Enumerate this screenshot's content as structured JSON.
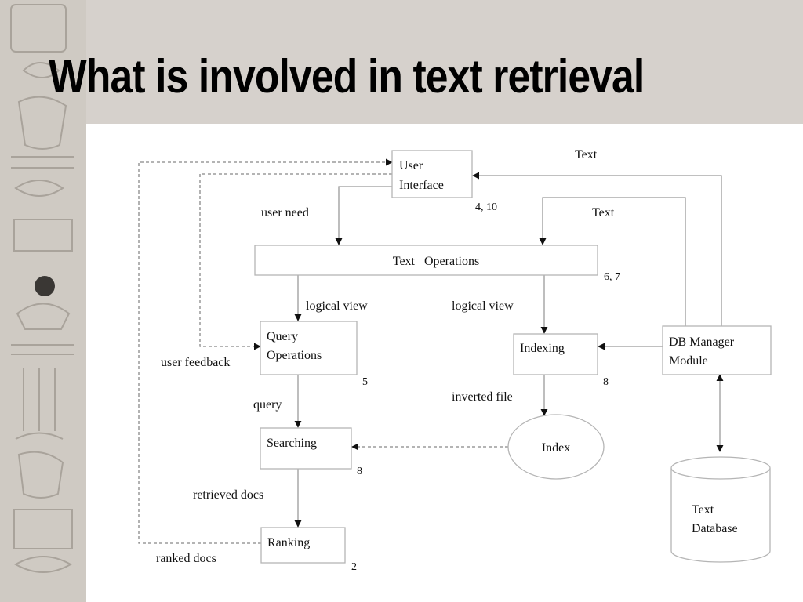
{
  "slide": {
    "title": "What is involved in text retrieval"
  },
  "diagram": {
    "nodes": {
      "user_interface": [
        "User",
        "Interface"
      ],
      "text_operations": "Text   Operations",
      "query_operations": [
        "Query",
        "Operations"
      ],
      "indexing": "Indexing",
      "db_manager": [
        "DB Manager",
        "Module"
      ],
      "searching": "Searching",
      "index": "Index",
      "ranking": "Ranking",
      "text_database": [
        "Text",
        "Database"
      ]
    },
    "edge_labels": {
      "text_top": "Text",
      "text_mid": "Text",
      "user_need": "user need",
      "logical_view_left": "logical view",
      "logical_view_right": "logical view",
      "user_feedback": "user feedback",
      "query": "query",
      "inverted_file": "inverted file",
      "retrieved_docs": "retrieved docs",
      "ranked_docs": "ranked docs"
    },
    "section_numbers": {
      "user_interface": "4, 10",
      "text_operations": "6, 7",
      "query_operations": "5",
      "indexing": "8",
      "searching": "8",
      "ranking": "2"
    }
  }
}
